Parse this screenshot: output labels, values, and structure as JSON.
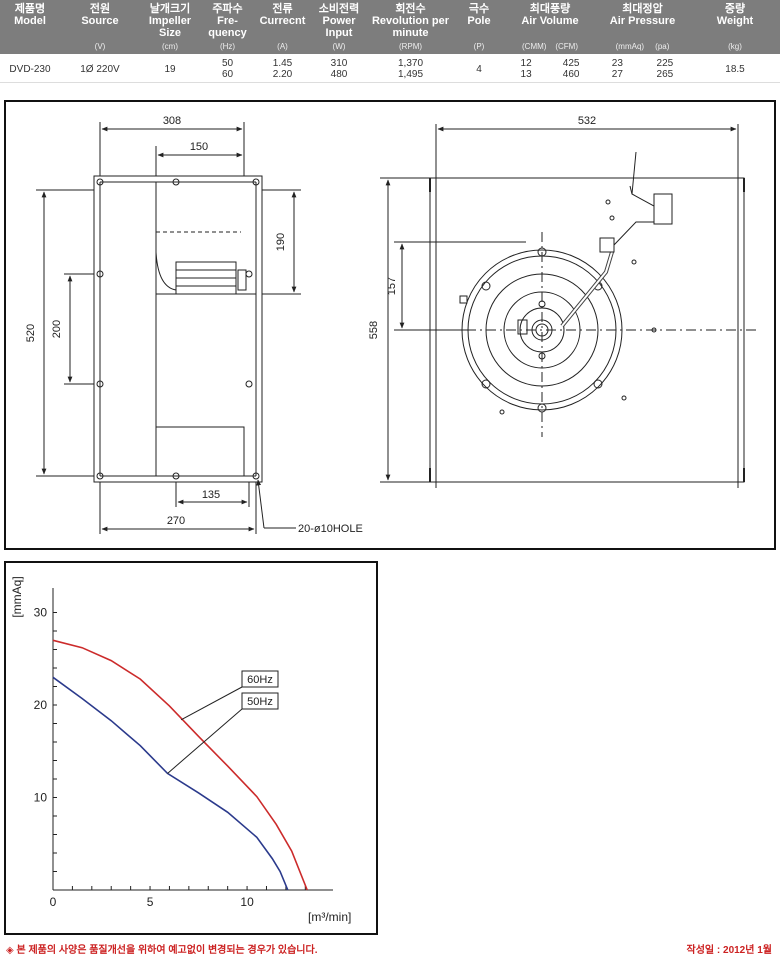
{
  "table": {
    "headers": [
      {
        "ko": "제품명",
        "en": "Model",
        "unit": ""
      },
      {
        "ko": "전원",
        "en": "Source",
        "unit": "(V)"
      },
      {
        "ko": "날개크기",
        "en": "Impeller Size",
        "unit": "(cm)"
      },
      {
        "ko": "주파수",
        "en": "Fre- quency",
        "unit": "(Hz)"
      },
      {
        "ko": "전류",
        "en": "Currecnt",
        "unit": "(A)"
      },
      {
        "ko": "소비전력",
        "en": "Power Input",
        "unit": "(W)"
      },
      {
        "ko": "회전수",
        "en": "Revolution per minute",
        "unit": "(RPM)"
      },
      {
        "ko": "극수",
        "en": "Pole",
        "unit": "(P)"
      },
      {
        "ko": "최대풍량",
        "en": "Air Volume",
        "unit": "(CMM)    (CFM)"
      },
      {
        "ko": "최대정압",
        "en": "Air Pressure",
        "unit": "(mmAq)     (pa)"
      },
      {
        "ko": "중량",
        "en": "Weight",
        "unit": "(kg)"
      }
    ],
    "row": {
      "model": "DVD-230",
      "source": "1Ø 220V",
      "impeller": "19",
      "freq": [
        "50",
        "60"
      ],
      "current": [
        "1.45",
        "2.20"
      ],
      "power": [
        "310",
        "480"
      ],
      "rpm": [
        "1,370",
        "1,495"
      ],
      "pole": "4",
      "cmm": [
        "12",
        "13"
      ],
      "cfm": [
        "425",
        "460"
      ],
      "mmaq": [
        "23",
        "27"
      ],
      "pa": [
        "225",
        "265"
      ],
      "weight": "18.5"
    }
  },
  "drawing": {
    "dims": {
      "d308": "308",
      "d150": "150",
      "d190": "190",
      "d520": "520",
      "d200": "200",
      "d135": "135",
      "d270": "270",
      "hole": "20-ø10HOLE",
      "d532": "532",
      "d558": "558",
      "d157": "157"
    }
  },
  "chart_data": {
    "type": "line",
    "title": "",
    "xlabel": "[m³/min]",
    "ylabel": "[mmAq]",
    "xlim": [
      0,
      13.5
    ],
    "ylim": [
      0,
      32
    ],
    "xticks": [
      "0",
      "5",
      "10"
    ],
    "yticks": [
      "10",
      "20",
      "30"
    ],
    "series": [
      {
        "name": "60Hz",
        "color": "#cc2b2b",
        "x": [
          0,
          1.5,
          3,
          4.5,
          6,
          7.5,
          9,
          10.5,
          11.5,
          12.3,
          13.1
        ],
        "y": [
          27,
          26.2,
          24.8,
          22.8,
          19.9,
          16.6,
          13.4,
          10.1,
          7.1,
          4.2,
          0
        ]
      },
      {
        "name": "50Hz",
        "color": "#2b3a8c",
        "x": [
          0,
          1.5,
          3,
          4.5,
          5.9,
          7.5,
          9,
          10.5,
          11.3,
          11.7,
          12.1
        ],
        "y": [
          23,
          20.7,
          18.3,
          15.6,
          12.6,
          10.5,
          8.4,
          5.7,
          3.4,
          2.0,
          0
        ]
      }
    ]
  },
  "footer": {
    "note": "◈ 본 제품의 사양은 품질개선을 위하여 예고없이 변경되는 경우가 있습니다.",
    "date": "작성일 : 2012년 1월"
  }
}
